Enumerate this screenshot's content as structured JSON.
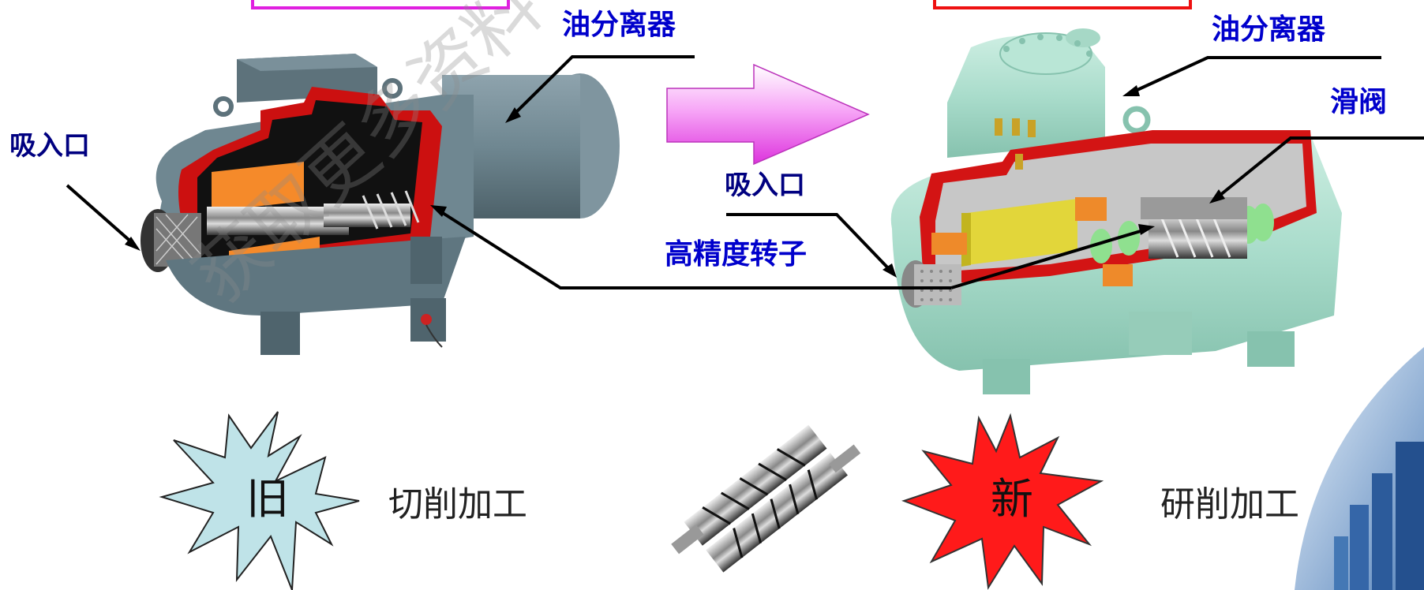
{
  "labels": {
    "oil_separator_left": "油分离器",
    "oil_separator_right": "油分离器",
    "suction_left": "吸入口",
    "suction_middle": "吸入口",
    "slide_valve": "滑阀",
    "rotor": "高精度转子",
    "old_char": "旧",
    "new_char": "新",
    "old_process": "切削加工",
    "new_process": "研削加工"
  },
  "watermark": "获取更多资料 微信搜",
  "colors": {
    "label_blue": "#0000cc",
    "label_navy": "#000080",
    "old_star_fill": "#bfe3e8",
    "new_star_fill": "#ff1a1a",
    "arrow_fill": "#ee66ee",
    "left_box_border": "#e020e0",
    "right_box_border": "#ee1111"
  }
}
